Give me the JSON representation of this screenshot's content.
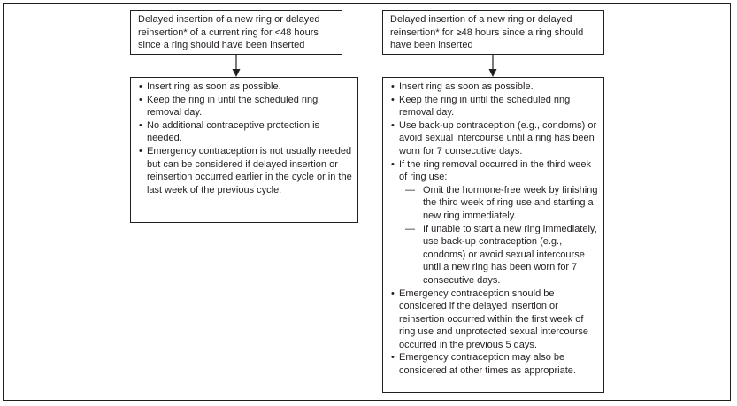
{
  "left": {
    "header": "Delayed insertion of a new ring or delayed reinsertion* of a current ring for  <48 hours since a ring should have been inserted",
    "items": [
      "Insert ring as soon as possible.",
      "Keep the ring in until the scheduled ring removal day.",
      "No additional contraceptive protection is needed.",
      "Emergency contraception is not usually needed but can be considered if delayed insertion or reinsertion occurred earlier in the cycle or in the last week of the previous cycle."
    ]
  },
  "right": {
    "header": "Delayed insertion of a new ring or delayed reinsertion* for ≥48 hours since a ring should have been inserted",
    "item1": "Insert ring as soon as possible.",
    "item2": "Keep the ring in until the scheduled ring removal day.",
    "item3": "Use back-up contraception (e.g., condoms) or avoid sexual intercourse until a ring has been worn for 7 consecutive days.",
    "item4": "If the ring removal occurred in the third week of ring use:",
    "sub1": "Omit the hormone-free week by finishing the third week of ring use and starting a new ring immediately.",
    "sub2": "If unable to start a new ring immediately, use back-up contraception (e.g., condoms) or avoid sexual intercourse until a new ring has been worn for 7 consecutive days.",
    "item5": "Emergency contraception should be considered if the delayed insertion or reinsertion occurred within the first week of ring use and unprotected sexual intercourse occurred in the previous 5 days.",
    "item6": "Emergency contraception may also be considered at other times as appropriate."
  }
}
